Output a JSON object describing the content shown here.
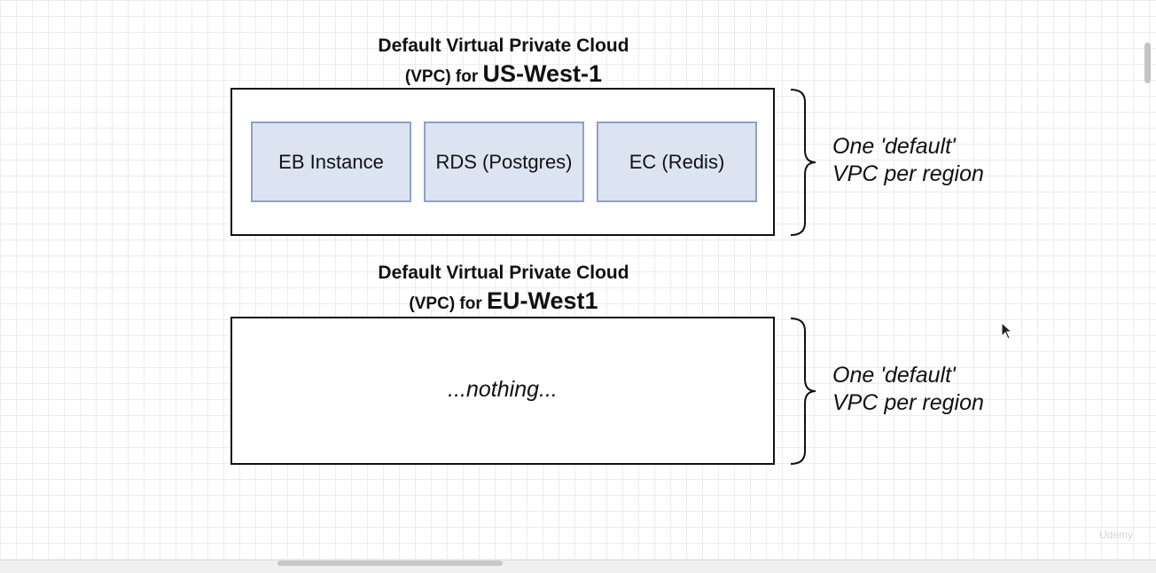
{
  "vpcs": [
    {
      "title_line1": "Default Virtual Private Cloud",
      "title_line2_prefix": "(VPC) for",
      "region": "US-West-1",
      "services": [
        "EB Instance",
        "RDS (Postgres)",
        "EC (Redis)"
      ],
      "note_line1": "One 'default'",
      "note_line2": "VPC per region"
    },
    {
      "title_line1": "Default Virtual Private Cloud",
      "title_line2_prefix": "(VPC) for",
      "region": "EU-West1",
      "content": "...nothing...",
      "note_line1": "One 'default'",
      "note_line2": "VPC per region"
    }
  ],
  "colors": {
    "service_fill": "#dce4f2",
    "service_border": "#8ea1c4",
    "outline": "#111111",
    "grid": "#ececec"
  },
  "watermark": "Udemy"
}
